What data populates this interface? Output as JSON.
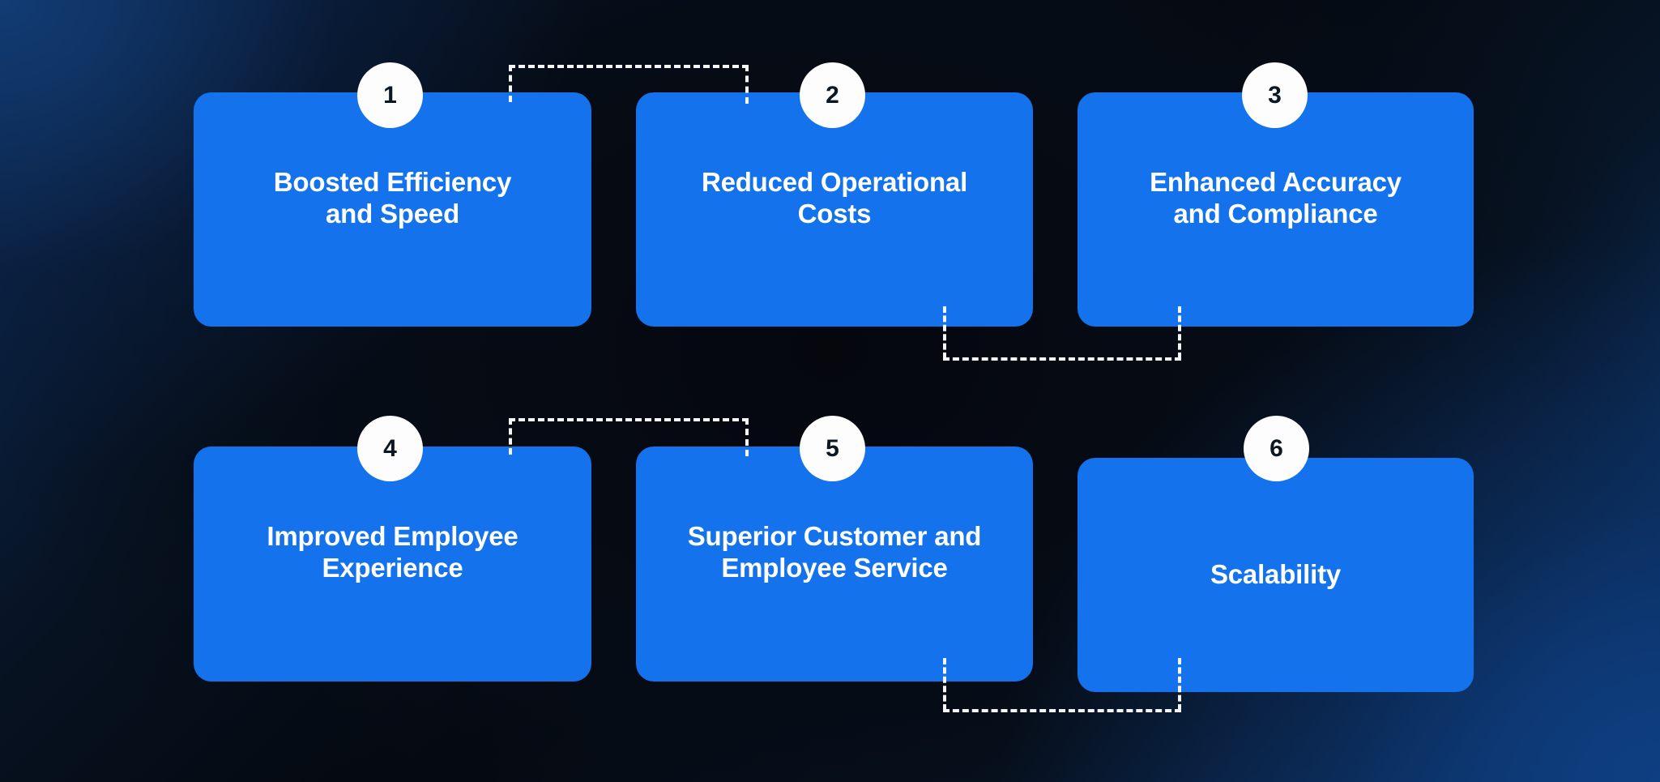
{
  "background": {
    "base_color": "#060d18",
    "accent_top_left": "#123c74",
    "accent_bottom_right": "#0e3f82",
    "center_color": "#05070d"
  },
  "theme": {
    "card_color": "#1472ec",
    "badge_bg": "#fdfdfd",
    "badge_text": "#0c1724",
    "card_text": "#ffffff",
    "connector_color": "#f4f6f8"
  },
  "cards": [
    {
      "number": "1",
      "title": "Boosted Efficiency\nand Speed"
    },
    {
      "number": "2",
      "title": "Reduced Operational\nCosts"
    },
    {
      "number": "3",
      "title": "Enhanced Accuracy\nand Compliance"
    },
    {
      "number": "4",
      "title": "Improved Employee\nExperience"
    },
    {
      "number": "5",
      "title": "Superior Customer and\nEmployee Service"
    },
    {
      "number": "6",
      "title": "Scalability"
    }
  ]
}
